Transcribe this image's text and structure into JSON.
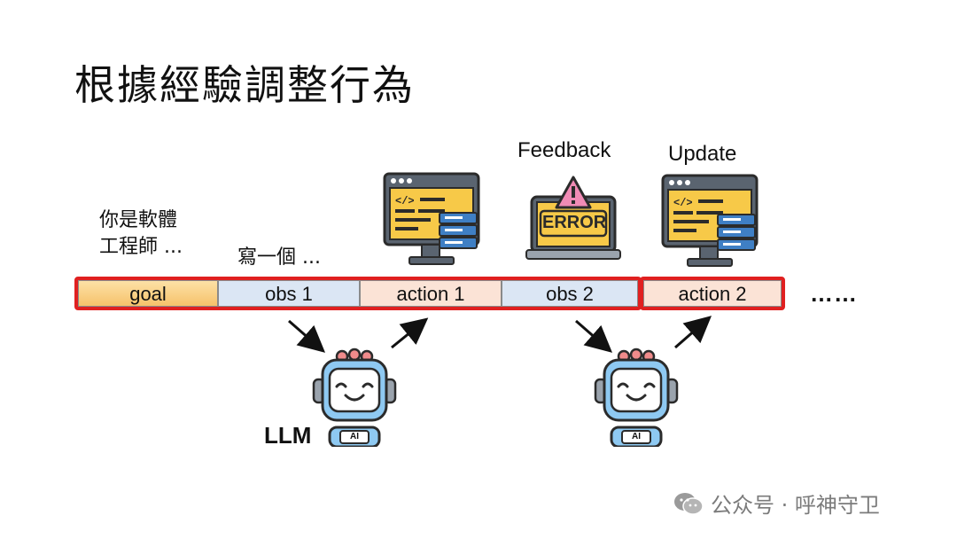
{
  "title": "根據經驗調整行為",
  "notes": {
    "goal_line1": "你是軟體",
    "goal_line2": "工程師 ...",
    "obs1": "寫一個 ..."
  },
  "labels": {
    "feedback": "Feedback",
    "update": "Update",
    "error_text": "ERROR",
    "llm": "LLM",
    "ai_badge": "AI"
  },
  "sequence": [
    {
      "label": "goal",
      "kind": "goal"
    },
    {
      "label": "obs 1",
      "kind": "obs"
    },
    {
      "label": "action 1",
      "kind": "action"
    },
    {
      "label": "obs 2",
      "kind": "obs"
    },
    {
      "label": "action 2",
      "kind": "action"
    }
  ],
  "ellipsis": "……",
  "watermark": "公众号 · 呼神守卫",
  "colors": {
    "frame": "#e02020",
    "goal": "#f6c26b",
    "obs": "#dbe6f4",
    "action": "#fbe3d6",
    "robot": "#8ec9f2",
    "screen_yellow": "#f7c948",
    "db_blue": "#3f7fc4"
  }
}
